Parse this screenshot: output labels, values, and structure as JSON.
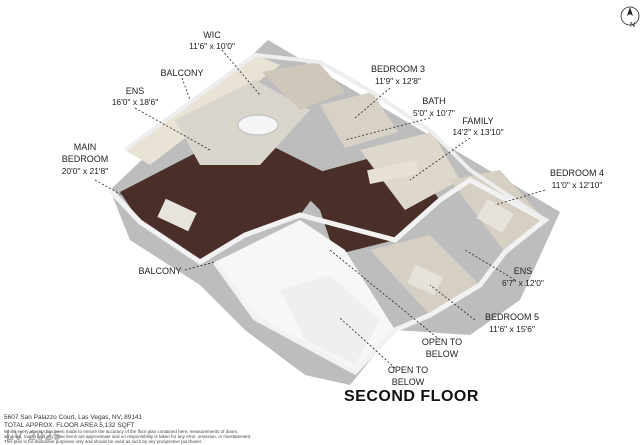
{
  "title": "SECOND FLOOR",
  "address": "5607 San Palazzo Court, Las Vegas, NV, 89141",
  "area": "TOTAL APPROX. FLOOR AREA 5,132 SQFT",
  "disclaimer": [
    "Whilst every attempt has been made to ensure the accuracy of the floor plan contained here, measurements of doors,",
    "windows, rooms and any other items are approximate and no responsibility is taken for any error, omission, or misstatement.",
    "This plan is for illustrative purposes only and should be used as such by any prospective purchaser."
  ],
  "watermark": "LV 2025",
  "compass": "N",
  "rooms": {
    "wic": {
      "name": "WIC",
      "dim": "11'6\" x 10'0\""
    },
    "balcony_top": {
      "name": "BALCONY"
    },
    "ens_left": {
      "name": "ENS",
      "dim": "16'0\" x 18'6\""
    },
    "main_bedroom": {
      "name": "MAIN",
      "name2": "BEDROOM",
      "dim": "20'0\" x 21'8\""
    },
    "bedroom3": {
      "name": "BEDROOM 3",
      "dim": "11'9\" x 12'8\""
    },
    "bath": {
      "name": "BATH",
      "dim": "5'0\" x 10'7\""
    },
    "family": {
      "name": "FAMILY",
      "dim": "14'2\" x 13'10\""
    },
    "bedroom4": {
      "name": "BEDROOM 4",
      "dim": "11'0\" x 12'10\""
    },
    "balcony_bottom": {
      "name": "BALCONY"
    },
    "ens_right": {
      "name": "ENS",
      "dim": "6'7\" x 12'0\""
    },
    "bedroom5": {
      "name": "BEDROOM 5",
      "dim": "11'6\" x 15'6\""
    },
    "open1": {
      "line1": "OPEN TO",
      "line2": "BELOW"
    },
    "open2": {
      "line1": "OPEN TO",
      "line2": "BELOW"
    }
  },
  "colors": {
    "floor_wood": "#4a2f28",
    "floor_tile": "#d9d4cc",
    "wall": "#f4f4f4",
    "wall_shade": "#c9c9c9"
  }
}
